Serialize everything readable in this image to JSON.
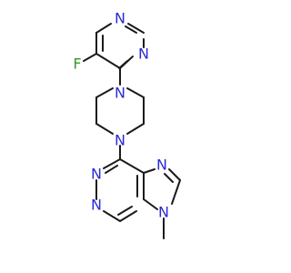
{
  "molecule": {
    "atom_labels": {
      "fluorine": "F",
      "pyrimidine_n1": "N",
      "pyrimidine_n2": "N",
      "piperazine_n1": "N",
      "piperazine_n2": "N",
      "purine_n1": "N",
      "purine_n3": "N",
      "purine_n7": "N",
      "purine_n9": "N"
    },
    "colors": {
      "bond": "#1a1a1a",
      "nitrogen": "#2b2bd6",
      "fluorine": "#2f9a2f"
    }
  }
}
